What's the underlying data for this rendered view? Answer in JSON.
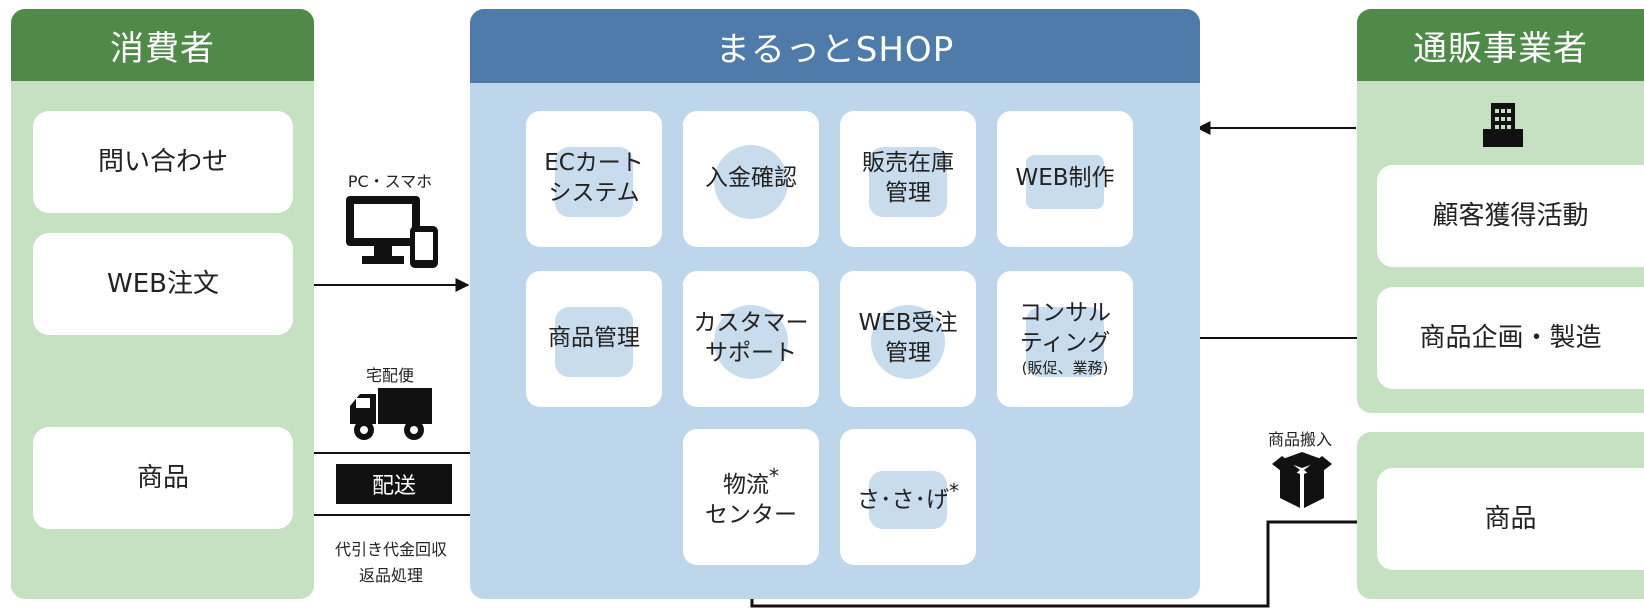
{
  "colors": {
    "green_head": "#4f8a48",
    "green_body": "#c6e0c2",
    "blue_head": "#4f7bab",
    "blue_body": "#bdd6ec"
  },
  "consumer": {
    "title": "消費者",
    "inquiry": "問い合わせ",
    "web_order": "WEB注文",
    "product": "商品"
  },
  "center": {
    "title": "まるっとSHOP",
    "tiles": [
      {
        "line1": "ECカート",
        "line2": "システム",
        "icon": "cart-icon"
      },
      {
        "line1": "入金確認",
        "line2": "",
        "icon": "coins-icon"
      },
      {
        "line1": "販売在庫",
        "line2": "管理",
        "icon": "inventory-icon"
      },
      {
        "line1": "WEB制作",
        "line2": "",
        "icon": "monitor-icon"
      },
      {
        "line1": "商品管理",
        "line2": "",
        "icon": "shirt-icon"
      },
      {
        "line1": "カスタマー",
        "line2": "サポート",
        "icon": "headset-icon"
      },
      {
        "line1": "WEB受注",
        "line2": "管理",
        "icon": "operator-icon"
      },
      {
        "line1": "コンサル",
        "line2": "ティング",
        "sub": "(販促、業務)",
        "icon": "consulting-icon"
      }
    ],
    "logistics": {
      "line1": "物流",
      "line2": "センター",
      "mark": "*"
    },
    "sasage": {
      "label": "さ･さ･げ",
      "mark": "*"
    }
  },
  "merchant": {
    "title": "通販事業者",
    "acquisition": "顧客獲得活動",
    "planning": "商品企画・製造",
    "product": "商品"
  },
  "labels": {
    "pc_smartphone": "PC・スマホ",
    "home_delivery": "宅配便",
    "delivery": "配送",
    "cod_line1": "代引き代金回収",
    "cod_line2": "返品処理",
    "product_inbound": "商品搬入"
  }
}
